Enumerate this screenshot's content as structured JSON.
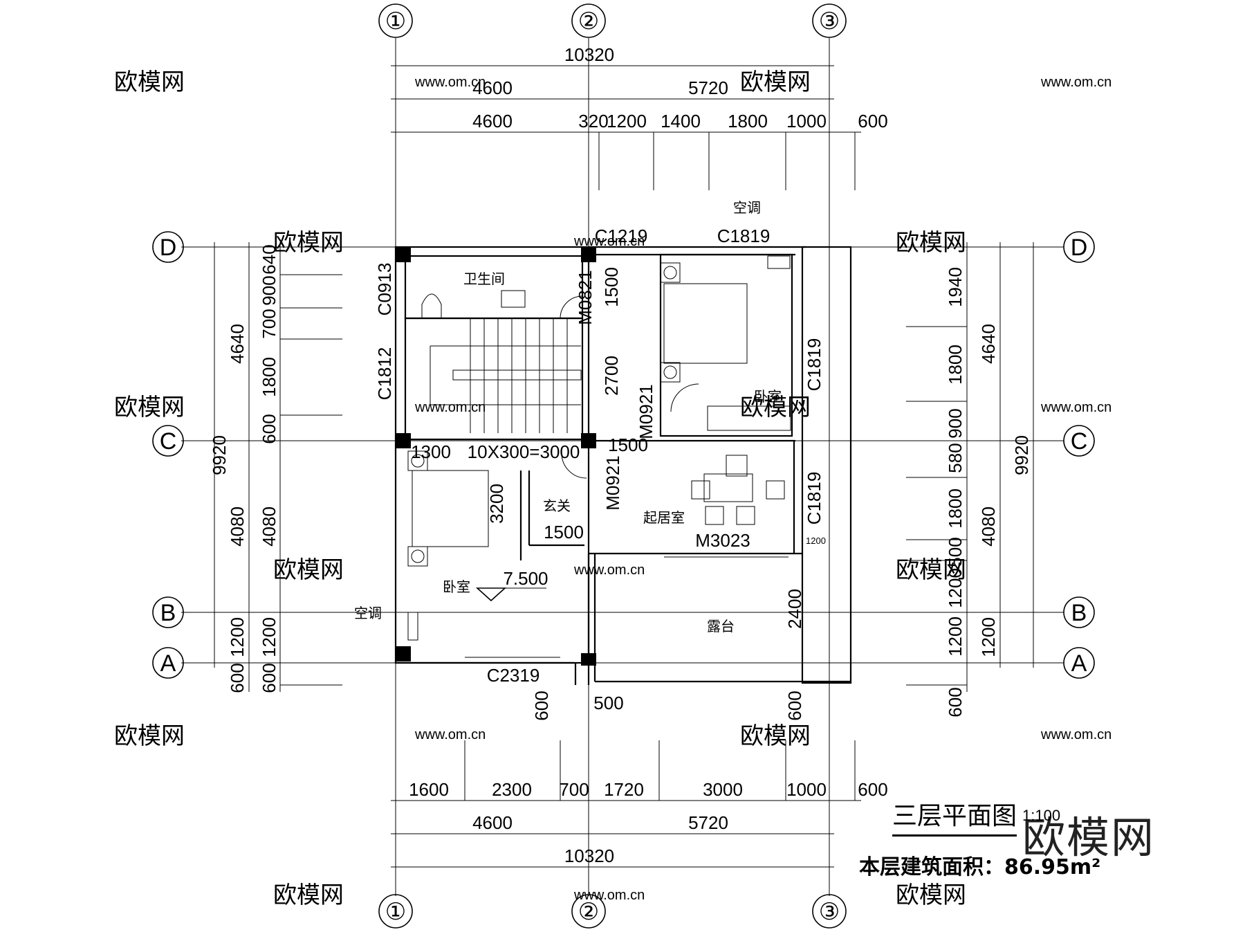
{
  "title": "三层平面图",
  "scale": "1:100",
  "area_label": "本层建筑面积：86.95m²",
  "logo": "欧模网",
  "watermark_text": "欧模网",
  "watermark_url": "www.om.cn",
  "axes_numbers": [
    "①",
    "②",
    "③"
  ],
  "axes_letters": [
    "D",
    "C",
    "B",
    "A"
  ],
  "dims": {
    "top_total": "10320",
    "top_mid": [
      "4600",
      "5720"
    ],
    "top_detail": [
      "4600",
      "320",
      "1200",
      "1400",
      "1800",
      "1000",
      "600"
    ],
    "bottom_detail": [
      "1600",
      "2300",
      "700",
      "1720",
      "3000",
      "1000",
      "600"
    ],
    "bottom_mid": [
      "4600",
      "5720"
    ],
    "bottom_total": "10320",
    "left_total": "9920",
    "left_mid": [
      "4640",
      "4080",
      "1200",
      "600"
    ],
    "left_detail": [
      "640",
      "900",
      "700",
      "1800",
      "600",
      "4080",
      "1200",
      "600"
    ],
    "right_detail": [
      "1940",
      "1800",
      "900",
      "580",
      "1800",
      "500",
      "1200",
      "1200",
      "600"
    ],
    "right_mid": [
      "4640",
      "4080",
      "1200"
    ],
    "right_total": "9920",
    "interior": [
      "1500",
      "2700",
      "1300",
      "10X300=3000",
      "1500",
      "3200",
      "1500",
      "2400",
      "600",
      "500",
      "600",
      "1200"
    ]
  },
  "rooms": {
    "bathroom": "卫生间",
    "bedroom_ne": "卧室",
    "living": "起居室",
    "foyer": "玄关",
    "bedroom_sw": "卧室",
    "terrace": "露台",
    "ac_top": "空调",
    "ac_left": "空调"
  },
  "elevation": "7.500",
  "codes": {
    "c1219": "C1219",
    "c1819_top": "C1819",
    "c0913": "C0913",
    "m0821": "M0821",
    "c1812": "C1812",
    "m0921_a": "M0921",
    "c1819_r1": "C1819",
    "m0921_b": "M0921",
    "c1819_r2": "C1819",
    "m3023": "M3023",
    "c2319": "C2319"
  }
}
